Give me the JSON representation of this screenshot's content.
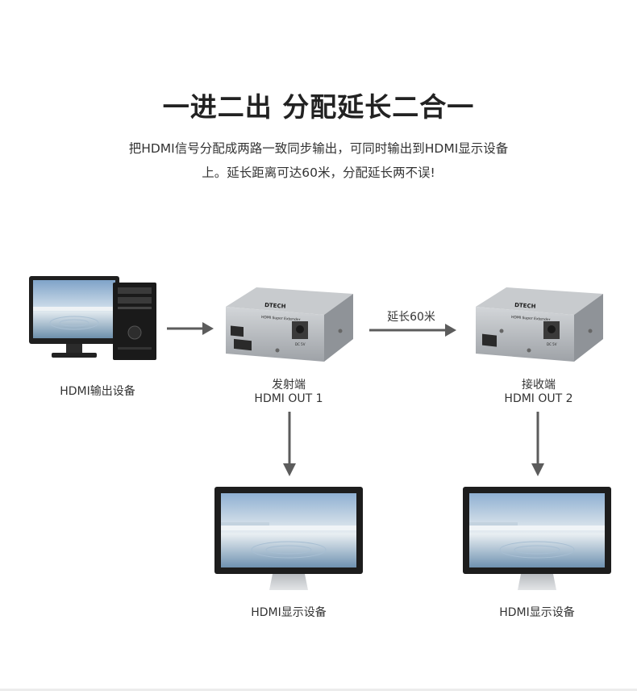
{
  "title": "一进二出 分配延长二合一",
  "subtitle_line1": "把HDMI信号分配成两路一致同步输出，可同时输出到HDMI显示设备",
  "subtitle_line2": "上。延长距离可达60米，分配延长两不误!",
  "source": {
    "label": "HDMI输出设备"
  },
  "transmitter": {
    "role": "发射端",
    "port": "HDMI OUT 1",
    "brand": "DTECH",
    "model": "HDMI Super Extender",
    "dc_label": "DC 5V"
  },
  "receiver": {
    "role": "接收端",
    "port": "HDMI OUT 2",
    "brand": "DTECH",
    "model": "HDMI Super Extender",
    "dc_label": "DC 5V"
  },
  "link": {
    "label": "延长60米"
  },
  "display_left": {
    "label": "HDMI显示设备"
  },
  "display_right": {
    "label": "HDMI显示设备"
  },
  "colors": {
    "arrow": "#5c5c5c",
    "device_body": "#b5b8bc",
    "screen_bezel": "#1d1d1d"
  }
}
